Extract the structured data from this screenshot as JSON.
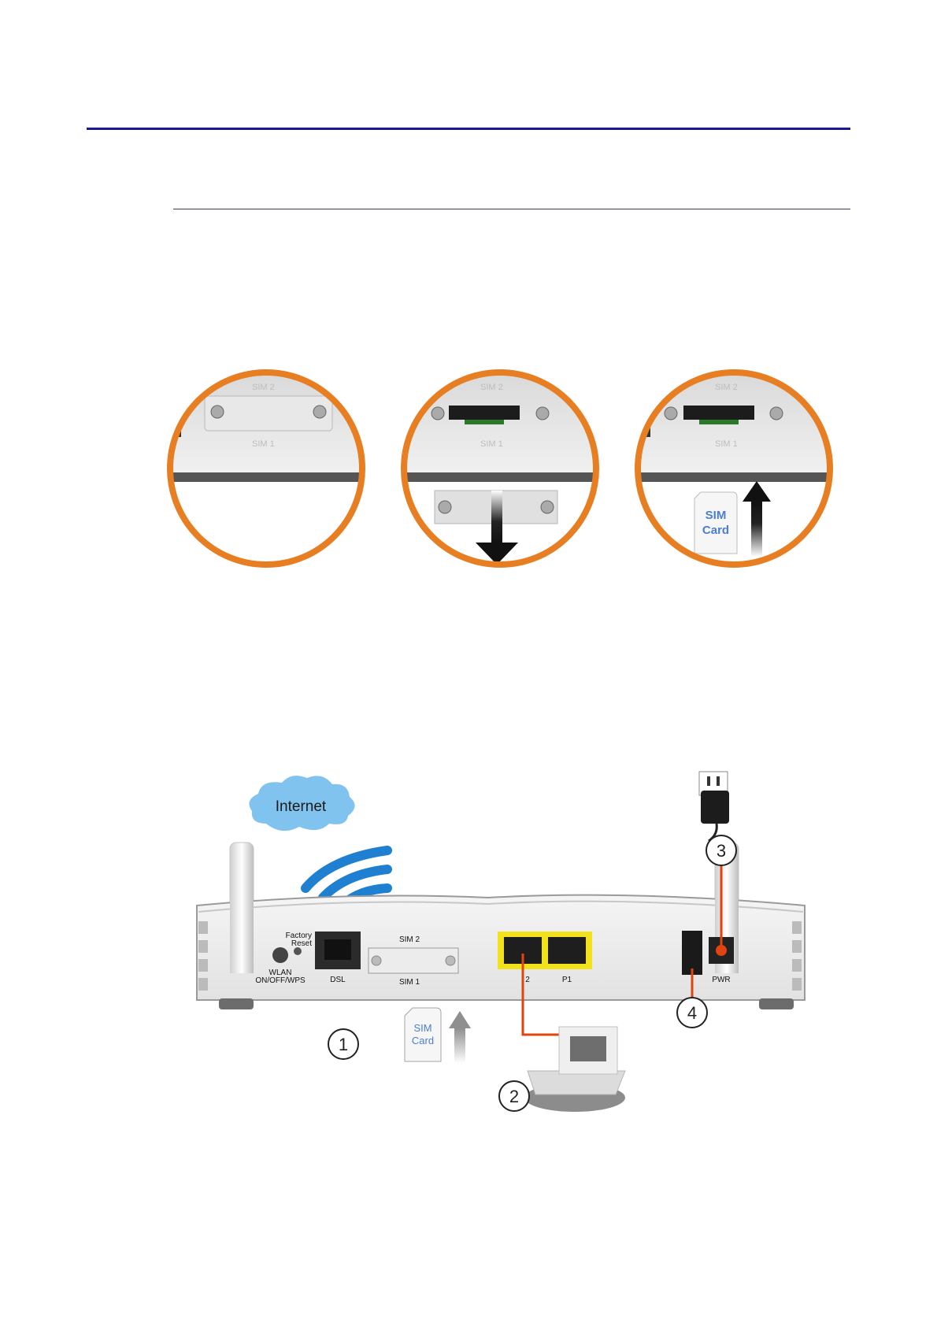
{
  "sim_steps": {
    "step1": {
      "slot_top": "SIM 2",
      "slot_bottom": "SIM 1"
    },
    "step2": {
      "slot_top": "SIM 2",
      "slot_bottom": "SIM 1"
    },
    "step3": {
      "slot_top": "SIM 2",
      "slot_bottom": "SIM 1",
      "card_line1": "SIM",
      "card_line2": "Card"
    }
  },
  "connection": {
    "cloud_label": "Internet",
    "factory_reset_line1": "Factory",
    "factory_reset_line2": "Reset",
    "wlan_line1": "WLAN",
    "wlan_line2": "ON/OFF/WPS",
    "dsl_label": "DSL",
    "sim2_label": "SIM 2",
    "sim1_label": "SIM 1",
    "port_p2_label": "2",
    "port_p1_label": "P1",
    "pwr_label": "PWR",
    "sim_card_line1": "SIM",
    "sim_card_line2": "Card",
    "callouts": [
      "1",
      "2",
      "3",
      "4"
    ]
  },
  "colors": {
    "rule_primary": "#1a1a8c",
    "ring": "#e87e22",
    "cable": "#e04410",
    "wifi": "#1f7fd0",
    "cloud": "#7fc3ee",
    "port_yellow": "#f2e21c",
    "sim_text": "#4a7fd0"
  }
}
